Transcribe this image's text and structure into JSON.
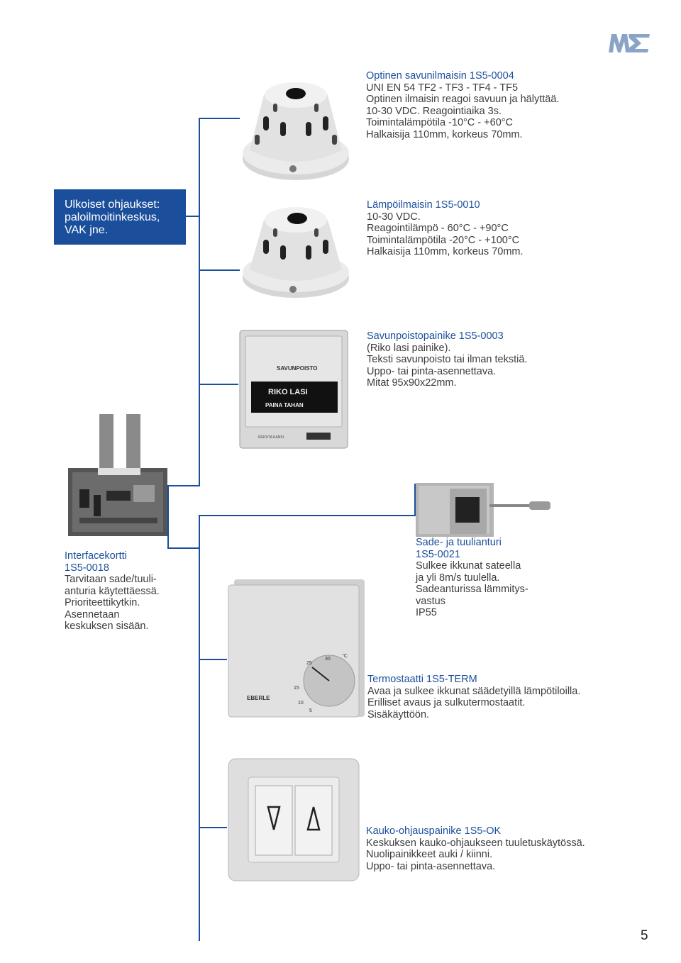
{
  "logo": {
    "letters": "ME",
    "color": "#8aa4c8"
  },
  "callout": {
    "lines": [
      "Ulkoiset ohjaukset:",
      "paloilmoitinkeskus,",
      "VAK jne."
    ]
  },
  "products": {
    "smoke": {
      "title": "Optinen savunilmaisin 1S5-0004",
      "lines": [
        "UNI EN 54 TF2 - TF3 - TF4 - TF5",
        "Optinen ilmaisin reagoi savuun ja hälyttää.",
        "10-30 VDC. Reagointiaika 3s.",
        "Toimintalämpötila -10°C - +60°C",
        "Halkaisija 110mm, korkeus 70mm."
      ]
    },
    "heat": {
      "title": "Lämpöilmaisin 1S5-0010",
      "lines": [
        "10-30 VDC.",
        "Reagointilämpö - 60°C - +90°C",
        "Toimintalämpötila -20°C - +100°C",
        "Halkaisija 110mm, korkeus 70mm."
      ]
    },
    "vent_button": {
      "title": "Savunpoistopainike 1S5-0003",
      "lines": [
        "(Riko lasi painike).",
        "Teksti savunpoisto tai ilman tekstiä.",
        "Uppo- tai pinta-asennettava.",
        "Mitat 95x90x22mm."
      ]
    },
    "interface": {
      "title_lines": [
        "Interfacekortti",
        "1S5-0018"
      ],
      "lines": [
        "Tarvitaan sade/tuuli-",
        "anturia käytettäessä.",
        "Prioriteettikytkin.",
        "Asennetaan",
        "keskuksen sisään."
      ]
    },
    "rain": {
      "title_lines": [
        "Sade- ja tuulianturi",
        "1S5-0021"
      ],
      "lines": [
        "Sulkee ikkunat sateella",
        "ja yli 8m/s tuulella.",
        "Sadeanturissa lämmitys-",
        "vastus",
        "IP55"
      ]
    },
    "thermostat": {
      "title": "Termostaatti 1S5-TERM",
      "lines": [
        "Avaa ja sulkee ikkunat säädetyillä lämpötiloilla.",
        "Erilliset avaus ja sulkutermostaatit.",
        "Sisäkäyttöön."
      ]
    },
    "remote": {
      "title": "Kauko-ohjauspainike 1S5-OK",
      "lines": [
        "Keskuksen kauko-ohjaukseen tuuletuskäytössä.",
        "Nuolipainikkeet auki / kiinni.",
        "Uppo- tai pinta-asennettava."
      ]
    }
  },
  "photo_labels": {
    "vent_top": "SAVUNPOISTO",
    "vent_glass_1": "RIKO LASI",
    "vent_glass_2": "PAINA TAHAN",
    "vent_bottom": "IRROITA KANSI",
    "thermo_brand": "EBERLE",
    "dial_25": "25",
    "dial_30": "30",
    "dial_c": "°C",
    "dial_15": "15",
    "dial_10": "10",
    "dial_5": "5"
  },
  "page_number": "5",
  "colors": {
    "accent": "#1b4f9c",
    "body_text": "#3c3c3c"
  }
}
